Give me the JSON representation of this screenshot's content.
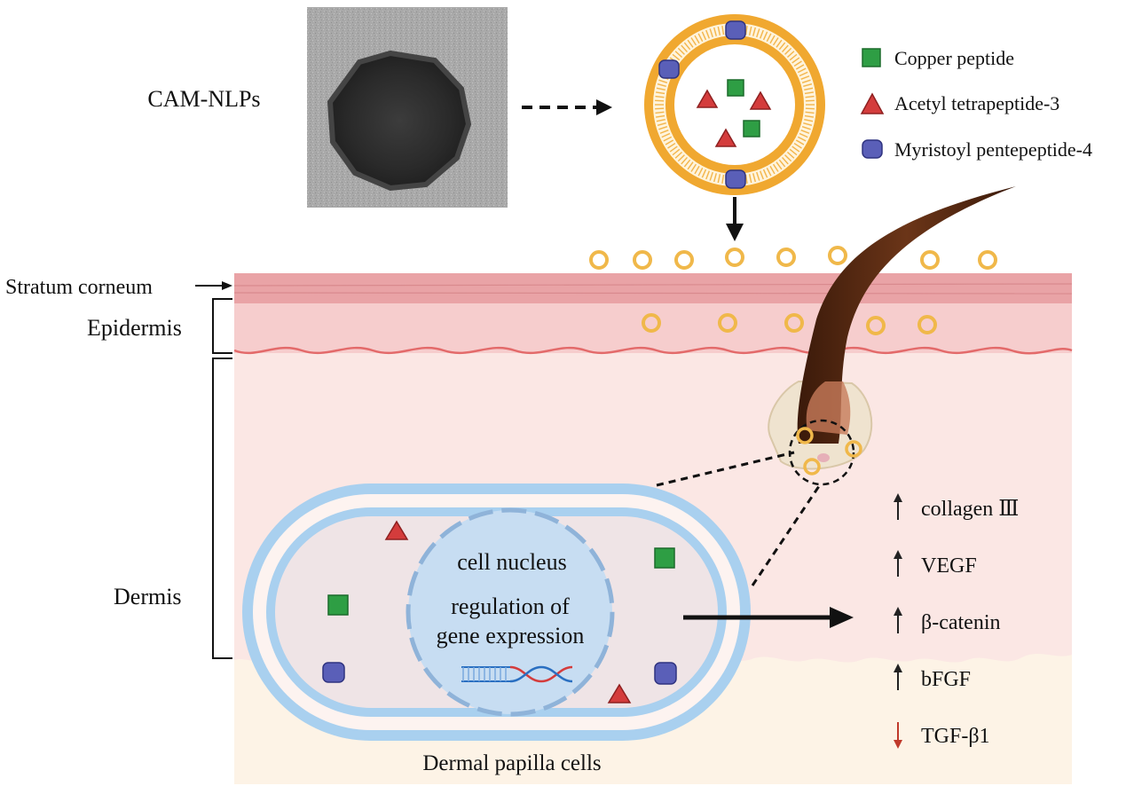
{
  "labels": {
    "nanoparticle": "CAM-NLPs",
    "stratum_corneum": "Stratum corneum",
    "epidermis": "Epidermis",
    "dermis": "Dermis",
    "dermal_papilla": "Dermal papilla cells",
    "nucleus": "cell nucleus",
    "regulation_line1": "regulation of",
    "regulation_line2": "gene expression"
  },
  "legend": [
    {
      "shape": "square",
      "color": "#2e9e44",
      "label": "Copper peptide"
    },
    {
      "shape": "triangle",
      "color": "#d43c3c",
      "label": "Acetyl tetrapeptide-3"
    },
    {
      "shape": "rounded-square",
      "color": "#5a5fb8",
      "label": "Myristoyl pentepeptide-4"
    }
  ],
  "effects": [
    {
      "label": "collagen Ⅲ",
      "direction": "up"
    },
    {
      "label": "VEGF",
      "direction": "up"
    },
    {
      "label": "β-catenin",
      "direction": "up"
    },
    {
      "label": "bFGF",
      "direction": "up"
    },
    {
      "label": "TGF-β1",
      "direction": "down"
    }
  ],
  "colors": {
    "stratum": "#e9a3a6",
    "epidermis": "#f6cdcd",
    "dermis": "#fbe7e4",
    "hypodermis": "#fdf3e6",
    "liposome": "#f0a830",
    "cell_membrane": "#a9d0ef",
    "nucleus": "#c7ddf2",
    "hair": "#5a2a12",
    "up_arrow": "#222222",
    "down_arrow": "#c0392b"
  }
}
